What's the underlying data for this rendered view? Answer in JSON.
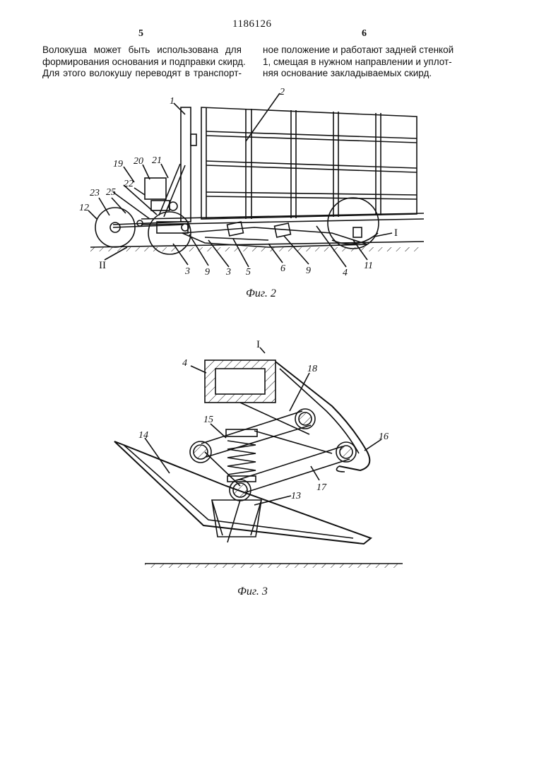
{
  "header": {
    "patent_number": "1186126",
    "page_left": "5",
    "page_right": "6"
  },
  "text": {
    "left_lines": [
      "Волокуша может быть использована для",
      "формирования основания и подправки скирд.",
      "Для этого волокушу переводят в транспорт-"
    ],
    "right_lines": [
      "ное положение и работают задней стенкой",
      "1, смещая в нужном направлении и уплот-",
      "няя основание закладываемых скирд."
    ]
  },
  "figure2": {
    "caption": "Фиг. 2",
    "labels": [
      "1",
      "2",
      "19",
      "20",
      "21",
      "22",
      "23",
      "25",
      "12",
      "I",
      "II",
      "3",
      "9",
      "3",
      "5",
      "6",
      "9",
      "4",
      "11"
    ]
  },
  "figure3": {
    "caption": "Фиг. 3",
    "labels": [
      "I",
      "4",
      "18",
      "15",
      "16",
      "14",
      "17",
      "13"
    ]
  }
}
